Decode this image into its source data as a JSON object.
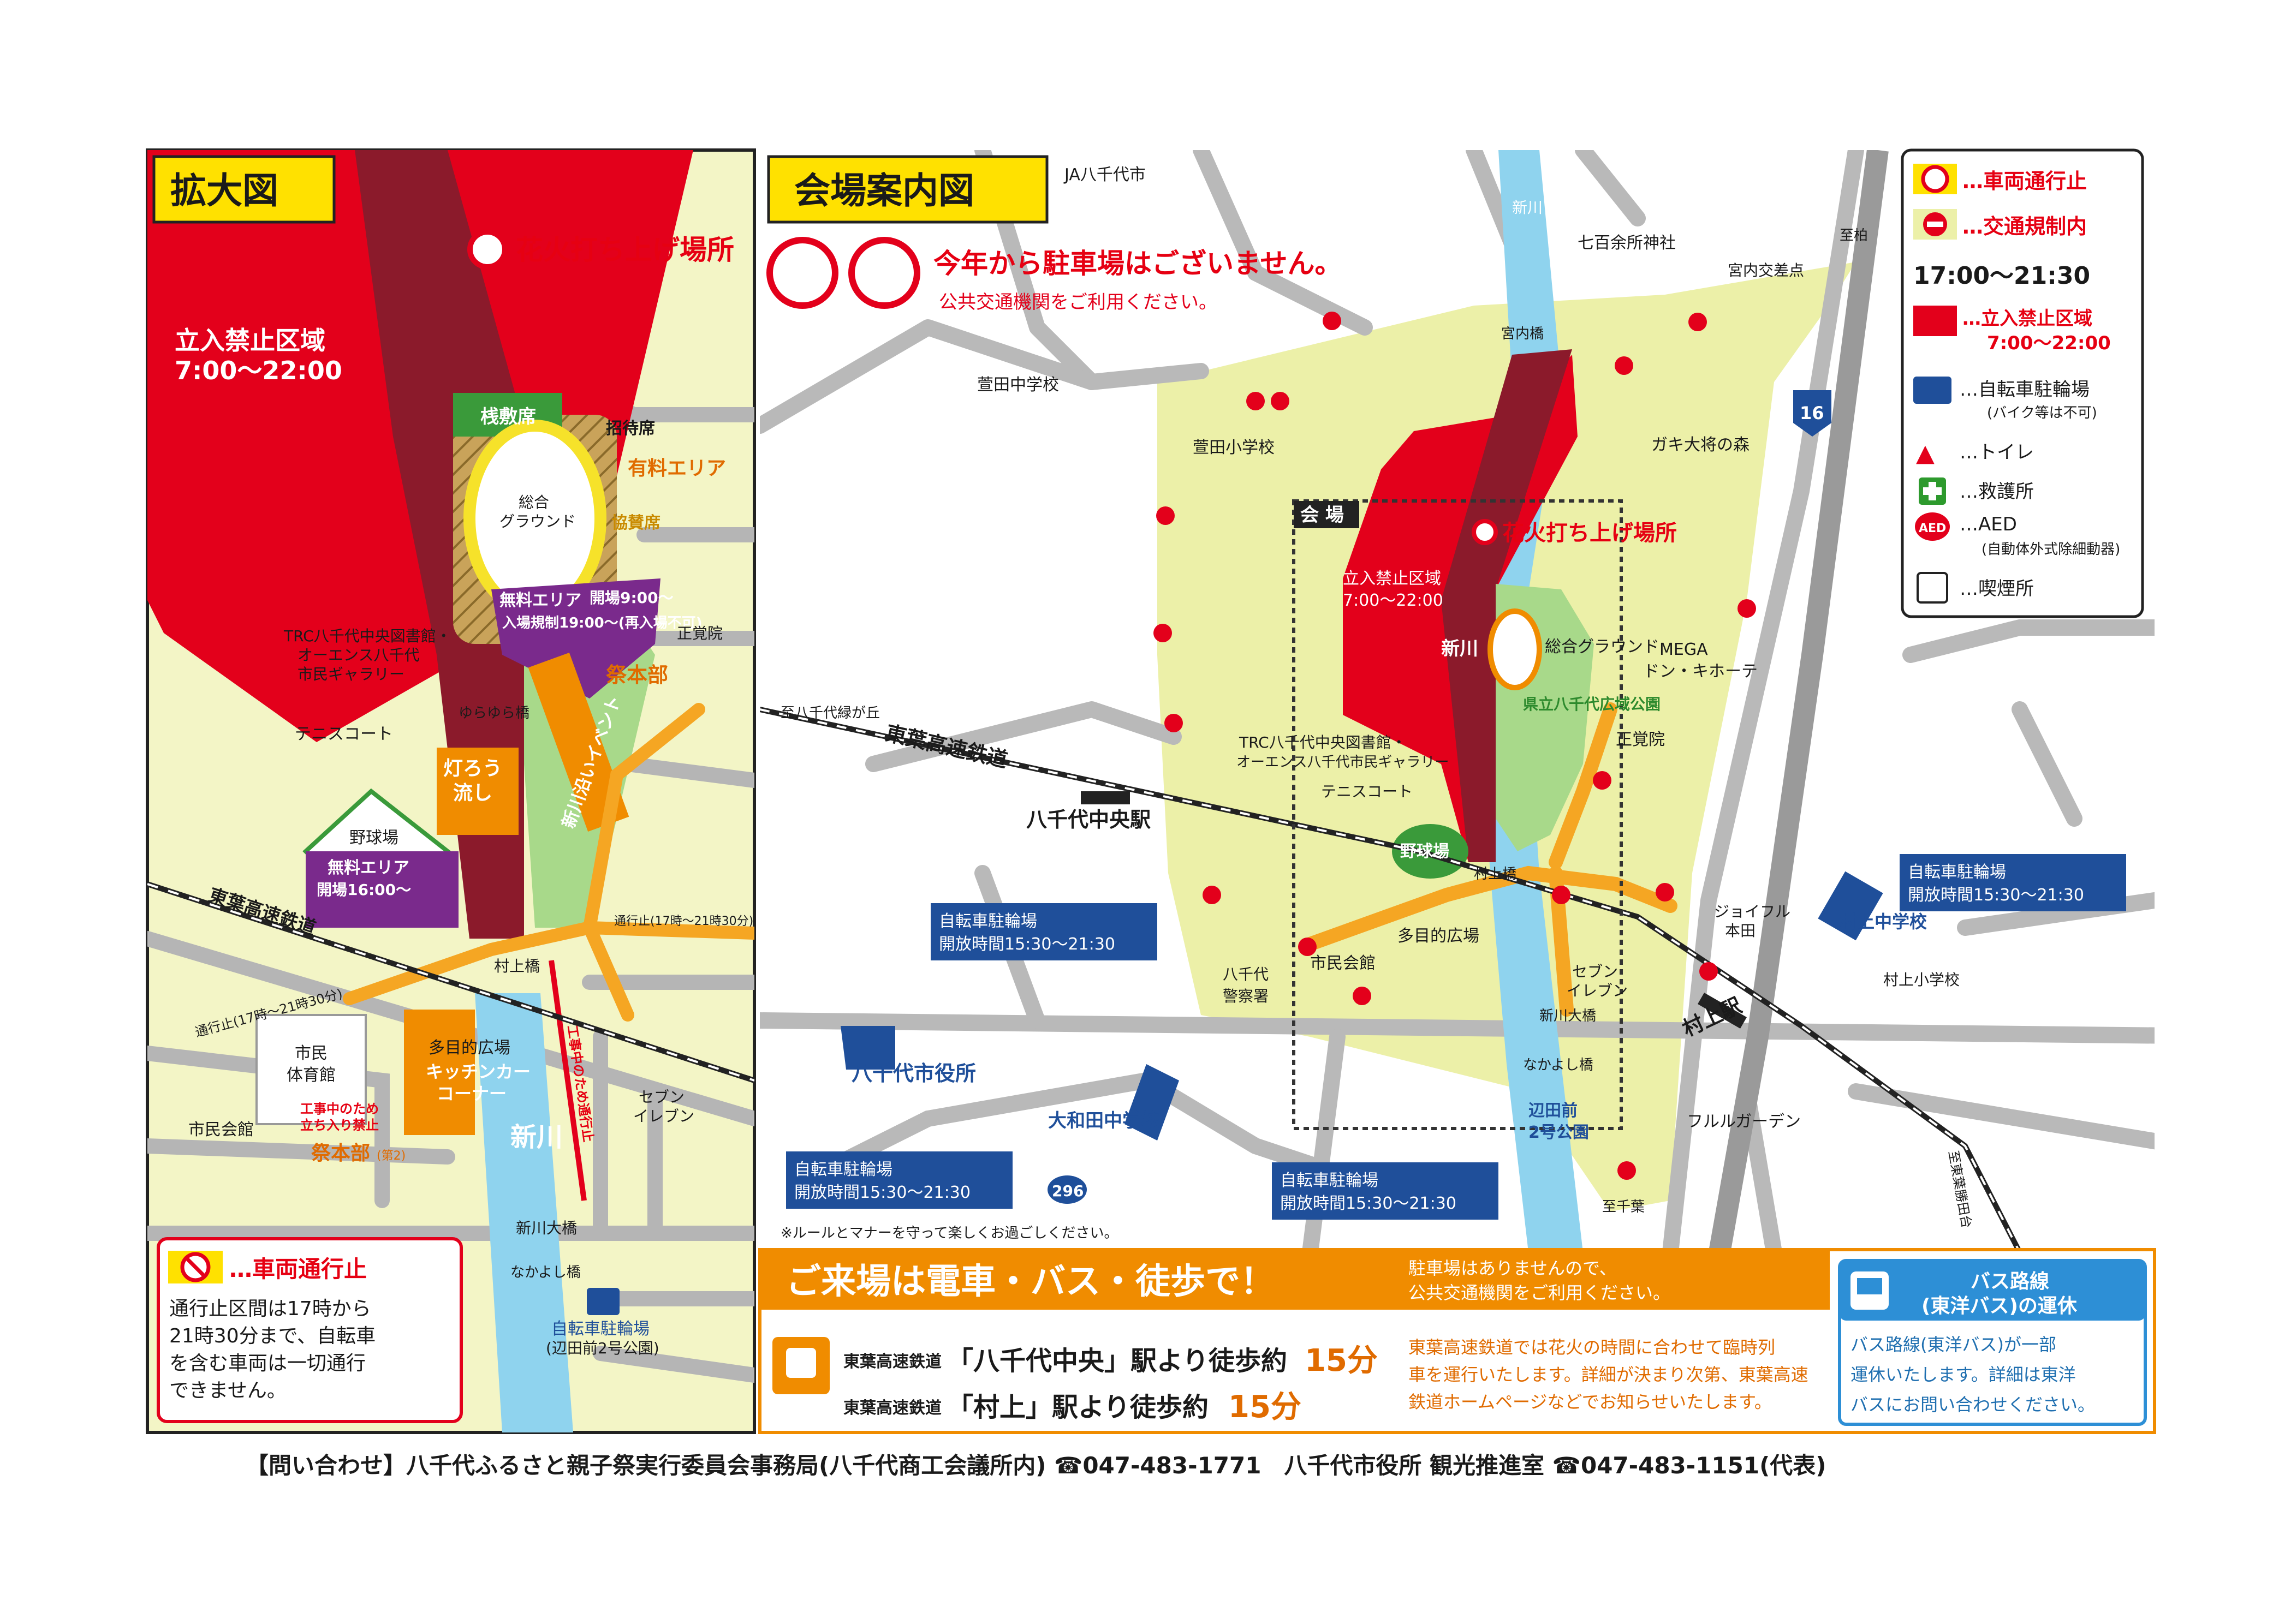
{
  "colors": {
    "restricted_red": "#e3001b",
    "dark_red": "#8b1a2b",
    "venue_yellow": "#ecf0a8",
    "park_green": "#a8d98a",
    "river_blue": "#8fd3ee",
    "road_gray": "#b9b9b9",
    "orange_accent": "#f08c00",
    "purple_free": "#7a2a8c",
    "bike_blue": "#1f4f9a",
    "title_yellow": "#ffe100"
  },
  "zoom_map": {
    "title": "拡大図",
    "fireworks_label": "花火打ち上げ場所",
    "restricted_label": "立入禁止区域",
    "restricted_time": "7:00〜22:00",
    "sajiki": "桟敷席",
    "shotai": "招待席",
    "paid_area": "有料エリア",
    "kyosan": "協賛席",
    "ground_line1": "総合",
    "ground_line2": "グラウンド",
    "free_area_top": "無料エリア",
    "free_open": "開場9:00〜",
    "free_entry": "入場規制19:00〜(再入場不可)",
    "library_line1": "TRC八千代中央図書館・",
    "library_line2": "オーエンス八千代",
    "library_line3": "市民ギャラリー",
    "seiganin": "正覚院",
    "festival_hq": "祭本部",
    "yurayura": "ゆらゆら橋",
    "tennis": "テニスコート",
    "toro_line1": "灯ろう",
    "toro_line2": "流し",
    "event_vert": "新川沿いイベント",
    "baseball": "野球場",
    "free_area_bottom": "無料エリア",
    "free_open_bottom": "開場16:00〜",
    "railway": "東葉高速鉄道",
    "murakami_bridge": "村上橋",
    "traffic_stop_right": "通行止(17時〜21時30分)",
    "traffic_stop_left": "通行止(17時〜21時30分)",
    "gym_line1": "市民",
    "gym_line2": "体育館",
    "plaza": "多目的広場",
    "kitchen_line1": "キッチンカー",
    "kitchen_line2": "コーナー",
    "construction_note_line1": "工事中のため",
    "construction_note_line2": "立ち入り禁止",
    "construction_vert": "工事中のため通行止",
    "seven_line1": "セブン",
    "seven_line2": "イレブン",
    "hall": "市民会館",
    "hq2": "祭本部",
    "hq2_sub": "(第2)",
    "river": "新川",
    "shinkawa_ohashi": "新川大橋",
    "nakayoshi": "なかよし橋",
    "bike_line1": "自転車駐輪場",
    "bike_line2": "(辺田前2号公園)"
  },
  "vehicle_box": {
    "title": "…車両通行止",
    "body_line1": "通行止区間は17時から",
    "body_line2": "21時30分まで、自転車",
    "body_line3": "を含む車両は一切通行",
    "body_line4": "できません。"
  },
  "main_map": {
    "title": "会場案内図",
    "no_parking": "今年から駐車場はございません。",
    "no_parking_sub": "公共交通機関をご利用ください。",
    "ja": "JA八千代市",
    "kayada_jr": "萱田中学校",
    "kayada_es": "萱田小学校",
    "nanahyaku": "七百余所神社",
    "miyauchi_cross": "宮内交差点",
    "miyauchi_bridge": "宮内橋",
    "gaki": "ガキ大将の森",
    "to_kashiwa": "至柏",
    "route16": "16",
    "venue_tag": "会 場",
    "fireworks": "花火打ち上げ場所",
    "restricted_label": "立入禁止区域",
    "restricted_time": "7:00〜22:00",
    "river_top": "新川",
    "river_mid": "新川",
    "ground": "総合グラウンド",
    "park": "県立八千代広域公園",
    "mega_line1": "MEGA",
    "mega_line2": "ドン・キホーテ",
    "seiganin": "正覚院",
    "library_line1": "TRC八千代中央図書館・",
    "library_line2": "オーエンス八千代市民ギャラリー",
    "tennis": "テニスコート",
    "baseball": "野球場",
    "to_yachiyo": "至八千代緑が丘",
    "railway": "東葉高速鉄道",
    "station_center": "八千代中央駅",
    "murakami_bridge": "村上橋",
    "plaza": "多目的広場",
    "hall": "市民会館",
    "police_line1": "八千代",
    "police_line2": "警察署",
    "jolly_line1": "ジョイフル",
    "jolly_line2": "本田",
    "seven_line1": "セブン",
    "seven_line2": "イレブン",
    "station_murakami": "村上駅",
    "murakami_es": "村上小学校",
    "shinkawa_ohashi": "新川大橋",
    "nakayoshi": "なかよし橋",
    "fururu": "フルルガーデン",
    "to_chiba": "至千葉",
    "to_toyo_line1": "至東葉勝田台",
    "route296": "296",
    "city_hall": "八千代市役所",
    "owada": "大和田中学校",
    "murakami_jhs": "村上中学校",
    "hedamae_line1": "辺田前",
    "hedamae_line2": "2号公園",
    "bike_a_line1": "自転車駐輪場",
    "bike_a_line2": "開放時間15:30〜21:30",
    "bike_b_line1": "自転車駐輪場",
    "bike_b_line2": "開放時間15:30〜21:30",
    "bike_c_line1": "自転車駐輪場",
    "bike_c_line2": "開放時間15:30〜21:30",
    "bike_d_line1": "自転車駐輪場",
    "bike_d_line2": "開放時間15:30〜21:30",
    "manner": "※ルールとマナーを守って楽しくお過ごしください。"
  },
  "legend": {
    "vehicle": "…車両通行止",
    "traffic": "…交通規制内",
    "time": "17:00〜21:30",
    "restricted_line1": "…立入禁止区域",
    "restricted_line2": "7:00〜22:00",
    "bike_line1": "…自転車駐輪場",
    "bike_line2": "(バイク等は不可)",
    "toilet": "…トイレ",
    "first_aid": "…救護所",
    "aed_icon_text": "AED",
    "aed_line1": "…AED",
    "aed_line2": "(自動体外式除細動器)",
    "smoking": "…喫煙所"
  },
  "access": {
    "banner": "ご来場は電車・バス・徒歩で！",
    "banner_note_line1": "駐車場はありませんので、",
    "banner_note_line2": "公共交通機関をご利用ください。",
    "line1_prefix": "東葉高速鉄道",
    "line1_main": "「八千代中央」駅より徒歩約",
    "line1_min": "15分",
    "line2_prefix": "東葉高速鉄道",
    "line2_main": "「村上」駅より徒歩約",
    "line2_min": "15分",
    "note_line1": "東葉高速鉄道では花火の時間に合わせて臨時列",
    "note_line2": "車を運行いたします。詳細が決まり次第、東葉高速",
    "note_line3": "鉄道ホームページなどでお知らせいたします。"
  },
  "bus_box": {
    "title_line1": "バス路線",
    "title_line2": "(東洋バス)の運休",
    "body_line1": "バス路線(東洋バス)が一部",
    "body_line2": "運休いたします。詳細は東洋",
    "body_line3": "バスにお問い合わせください。"
  },
  "footer": {
    "text": "【問い合わせ】八千代ふるさと親子祭実行委員会事務局(八千代商工会議所内) ☎047-483-1771　八千代市役所 観光推進室 ☎047-483-1151(代表)"
  }
}
